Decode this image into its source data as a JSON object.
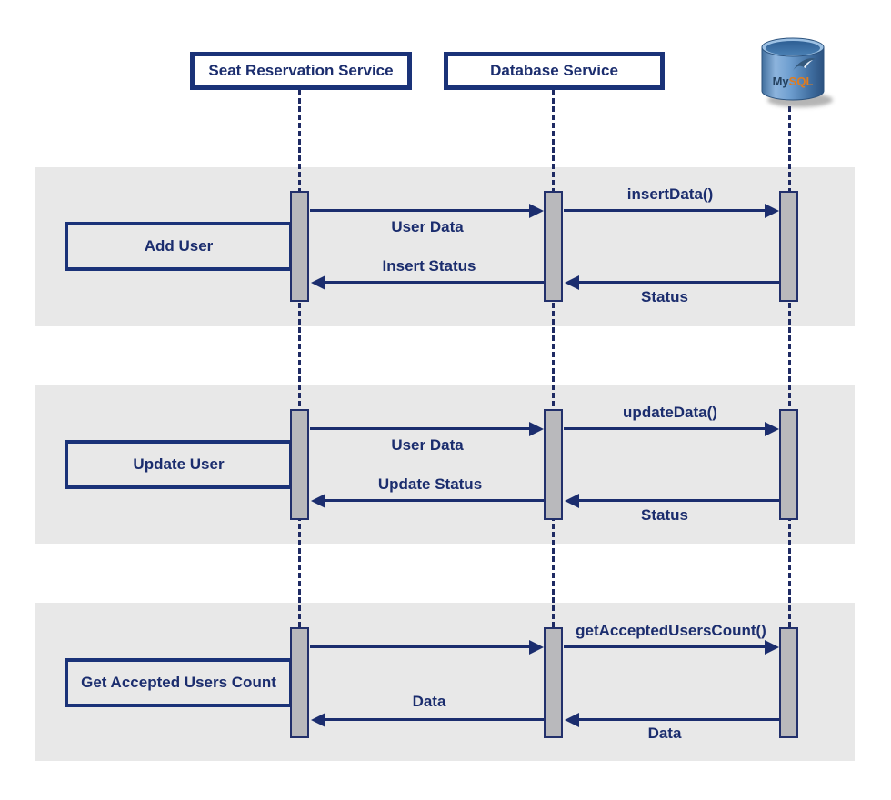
{
  "participants": [
    {
      "name": "seat-reservation-service",
      "label": "Seat Reservation Service"
    },
    {
      "name": "database-service",
      "label": "Database Service"
    },
    {
      "name": "mysql-database",
      "label_my": "My",
      "label_sql": "SQL"
    }
  ],
  "sections": [
    {
      "label": "Add User",
      "messages": [
        {
          "name": "user-data",
          "text": "User Data"
        },
        {
          "name": "insert-data-call",
          "text": "insertData()"
        },
        {
          "name": "insert-status",
          "text": "Insert Status"
        },
        {
          "name": "status",
          "text": "Status"
        }
      ]
    },
    {
      "label": "Update User",
      "messages": [
        {
          "name": "user-data",
          "text": "User Data"
        },
        {
          "name": "update-data-call",
          "text": "updateData()"
        },
        {
          "name": "update-status",
          "text": "Update Status"
        },
        {
          "name": "status",
          "text": "Status"
        }
      ]
    },
    {
      "label": "Get Accepted Users Count",
      "messages": [
        {
          "name": "get-accepted-users-count-call",
          "text": "getAcceptedUsersCount()"
        },
        {
          "name": "data-return-left",
          "text": "Data"
        },
        {
          "name": "data-return-right",
          "text": "Data"
        }
      ]
    }
  ],
  "colors": {
    "navy": "#1b2d6e",
    "border_navy": "#1a3278",
    "band_background": "#e8e8e8",
    "activation_fill": "#b9b9bc",
    "mysql_blue": "#4a7fb0",
    "mysql_orange": "#e07c1f",
    "background": "#ffffff"
  }
}
